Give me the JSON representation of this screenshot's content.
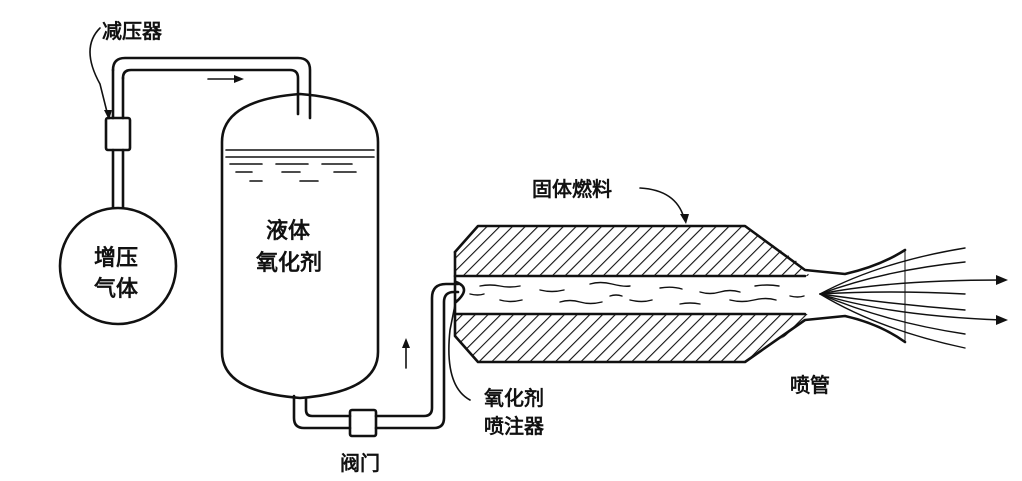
{
  "labels": {
    "pressure_reducer": "减压器",
    "pressurant_gas_line1": "增压",
    "pressurant_gas_line2": "气体",
    "liquid_oxidizer_line1": "液体",
    "liquid_oxidizer_line2": "氧化剂",
    "solid_fuel": "固体燃料",
    "oxidizer_injector_line1": "氧化剂",
    "oxidizer_injector_line2": "喷注器",
    "valve": "阀门",
    "nozzle": "喷管"
  }
}
